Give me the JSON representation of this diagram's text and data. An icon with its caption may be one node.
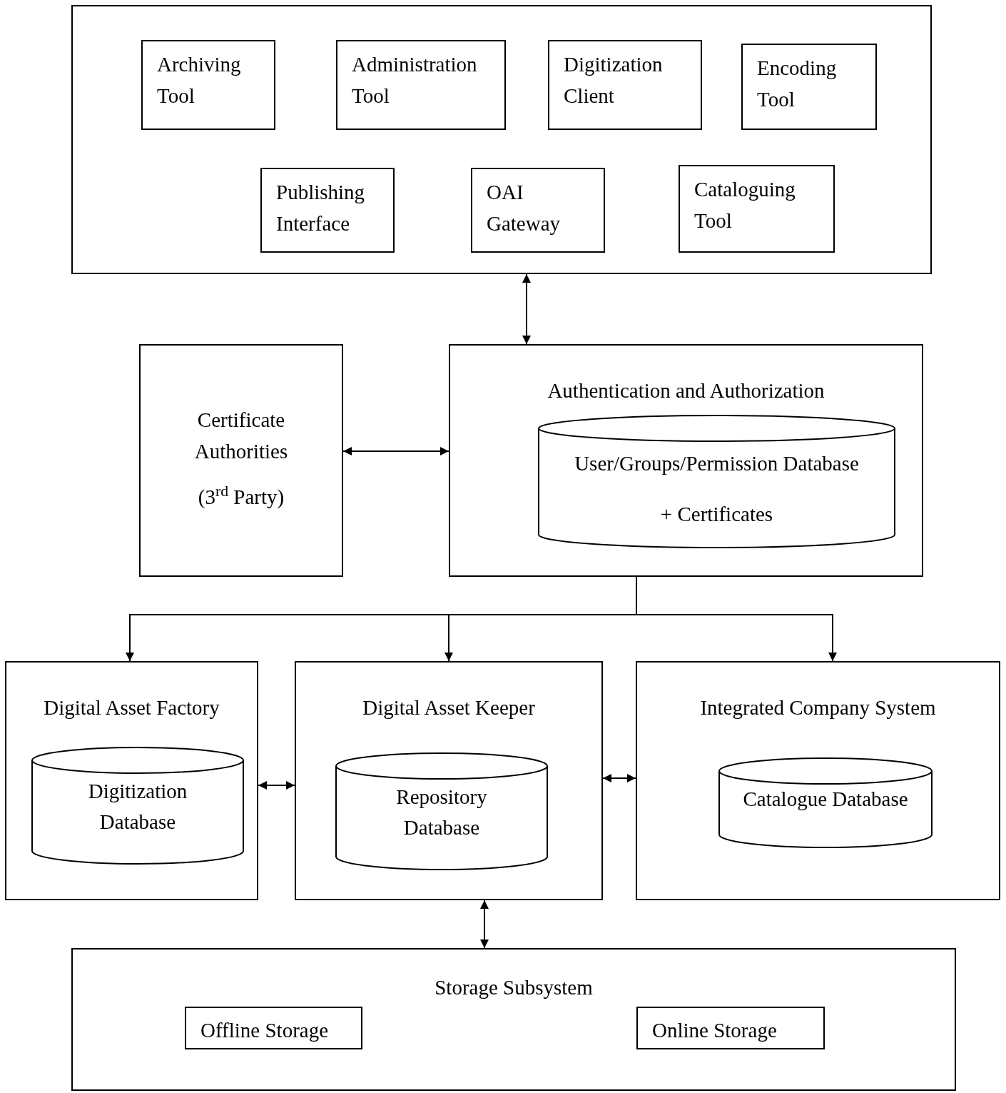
{
  "diagram": {
    "nodes": [
      {
        "text": [],
        "shape": "box"
      },
      {
        "text": [
          "Archiving Tool"
        ],
        "in": 0
      },
      {
        "text": [
          "Administration Tool"
        ],
        "in": 0
      },
      {
        "text": [
          "Digitization Client"
        ],
        "in": 0
      },
      {
        "text": [
          "Encoding Tool"
        ],
        "in": 0
      },
      {
        "text": [
          "Publishing Interface"
        ],
        "in": 0
      },
      {
        "text": [
          "OAI Gateway"
        ],
        "in": 0
      },
      {
        "text": [
          "Cataloguing Tool"
        ],
        "in": 0
      },
      {
        "text": [
          "Certificate Authorities",
          "(3$^{rd}$ Party)"
        ]
      },
      {
        "text": [
          "Authentication and Authorization"
        ]
      },
      {
        "text": [
          "User/Groups/Permission Database",
          "+ Certificates"
        ],
        "in": 9
      },
      {
        "text": [
          "Digital Asset Factory"
        ]
      },
      {
        "text": [
          "Digitization Database"
        ],
        "in": 11
      },
      {
        "text": [
          "Digital Asset Keeper"
        ]
      },
      {
        "text": [
          "Repository Database"
        ],
        "in": 13
      },
      {
        "text": [
          "Integrated Company System"
        ]
      },
      {
        "text": [
          "Catalogue Database"
        ],
        "in": 15
      },
      {
        "text": [
          "Storage Subsystem"
        ]
      },
      {
        "text": [
          "Offline Storage"
        ],
        "in": 17
      },
      {
        "text": [
          "Online Storage"
        ],
        "in": 17
      }
    ],
    "edges": [
      {
        "from": 0,
        "to": 9,
        "arrow": "both"
      },
      {
        "from": 8,
        "to": 9,
        "arrow": "both"
      },
      {
        "from": 9,
        "to": 11,
        "arrow": "to"
      },
      {
        "from": 9,
        "to": 13,
        "arrow": "to"
      },
      {
        "from": 9,
        "to": 15,
        "arrow": "to"
      },
      {
        "from": 11,
        "to": 13,
        "arrow": "both"
      },
      {
        "from": 13,
        "to": 15,
        "arrow": "both"
      },
      {
        "from": 13,
        "to": 17,
        "arrow": "both"
      }
    ]
  }
}
